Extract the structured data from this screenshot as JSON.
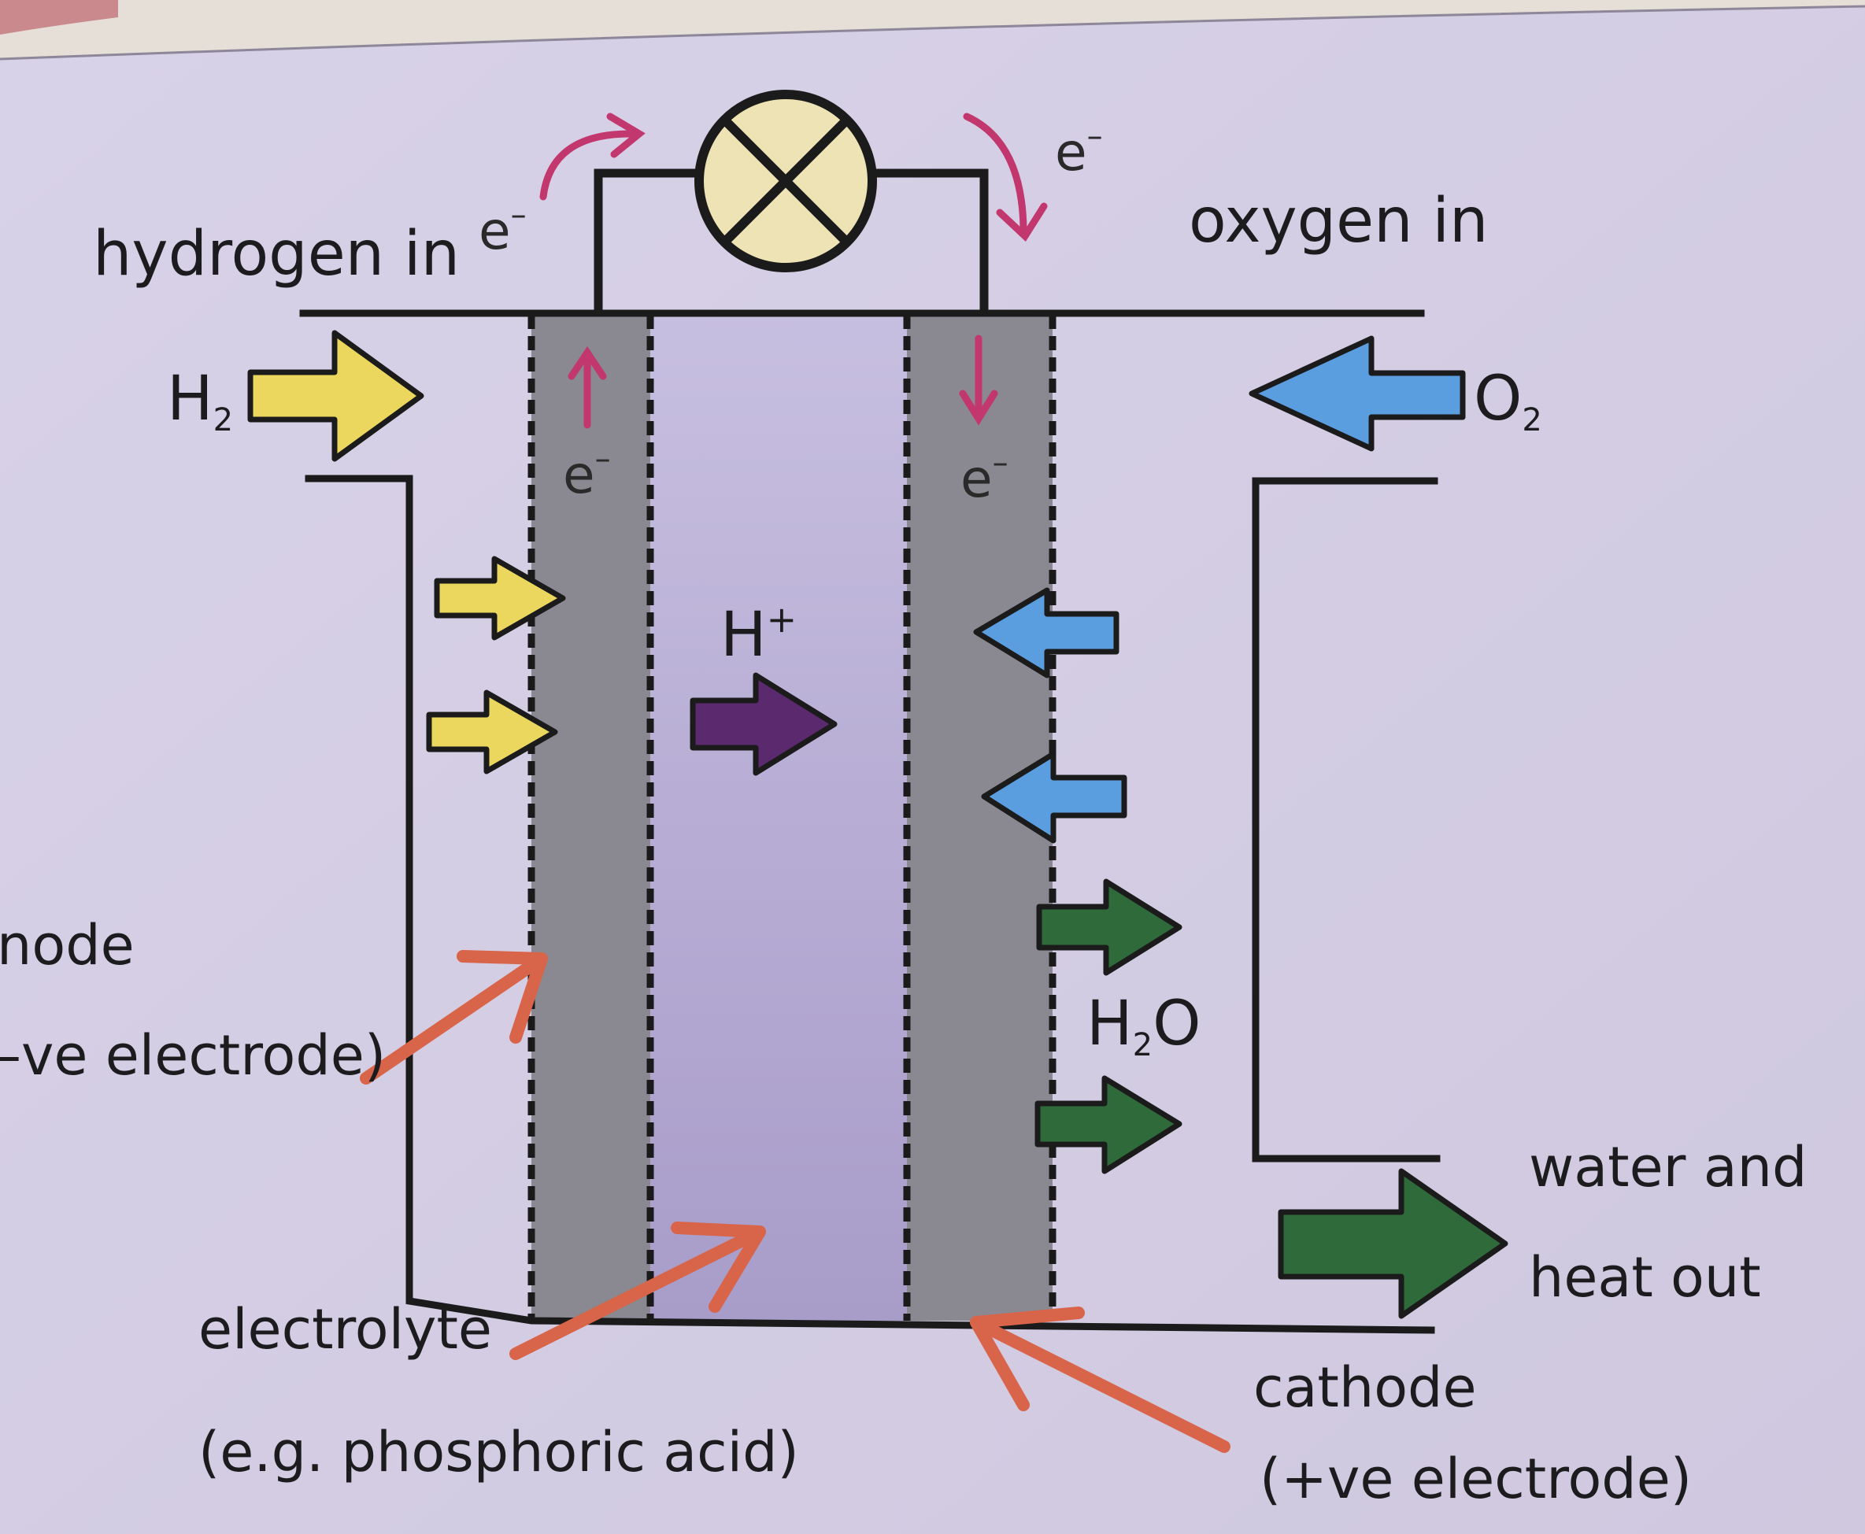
{
  "labels": {
    "hydrogen_in": "hydrogen in",
    "oxygen_in": "oxygen in",
    "h2": {
      "main": "H",
      "sub": "2"
    },
    "o2": {
      "main": "O",
      "sub": "2"
    },
    "h_plus": {
      "main": "H",
      "sup": "+"
    },
    "h2o": {
      "main1": "H",
      "sub": "2",
      "main2": "O"
    },
    "electron": {
      "main": "e",
      "sup": "–"
    },
    "anode_line1": "node",
    "anode_line2": "–ve electrode)",
    "electrolyte_line1": "electrolyte",
    "electrolyte_line2": "(e.g. phosphoric acid)",
    "cathode_line1": "cathode",
    "cathode_line2": "(+ve electrode)",
    "water_heat_line1": "water and",
    "water_heat_line2": "heat out"
  },
  "icons": {
    "bulb": "lamp-crossed-circle-icon"
  },
  "colors": {
    "background": "#d6d0e6",
    "electrode": "#8a8890",
    "electrolyte": "#b7aed2",
    "hydrogen_arrow": "#ecd75e",
    "oxygen_arrow": "#5b9ee0",
    "water_arrow": "#2f6b3a",
    "proton_arrow": "#5b2a6e",
    "electron_arrow": "#c2386e",
    "pointer_arrow": "#d8654a",
    "bulb_fill": "#eee3b4"
  }
}
